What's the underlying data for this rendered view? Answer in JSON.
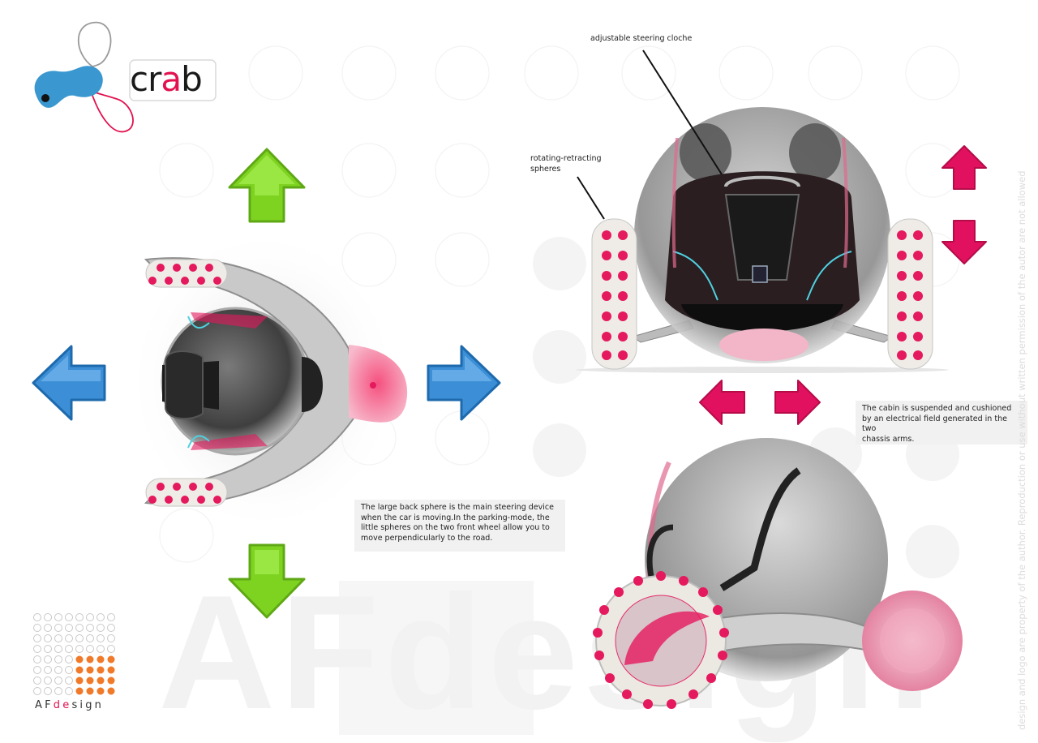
{
  "logo": {
    "prefix": "cr",
    "accent": "a",
    "suffix": "b",
    "accent_color": "#e2114f",
    "blob_color": "#3a97cf"
  },
  "callouts": {
    "steering": "adjustable steering cloche",
    "spheres_line1": "rotating-retracting",
    "spheres_line2": "spheres"
  },
  "notes": {
    "back_sphere": [
      "The large back sphere is the main steering device",
      "when the car is moving.In the parking-mode, the",
      "little spheres on the two front wheel allow you to",
      "move perpendicularly to the road."
    ],
    "cabin": [
      "The cabin is suspended and cushioned",
      "by an electrical field generated in the two",
      "chassis arms."
    ]
  },
  "brand": {
    "watermark": "AFdesign",
    "word_prefix": "AF",
    "word_accent": "de",
    "word_suffix": "sign",
    "dot_color": "#f07a2a"
  },
  "copyright": "design and  logo are property of the author. Reproduction or use without written permission of the autor are not allowed",
  "colors": {
    "arrow_green": "#7ed321",
    "arrow_blue": "#3c8fd6",
    "arrow_pink": "#e2115f",
    "sphere_pink": "#e5195d"
  },
  "icons": {
    "up_green": "arrow-up-icon",
    "down_green": "arrow-down-icon",
    "left_blue": "arrow-left-icon",
    "right_blue": "arrow-right-icon"
  }
}
